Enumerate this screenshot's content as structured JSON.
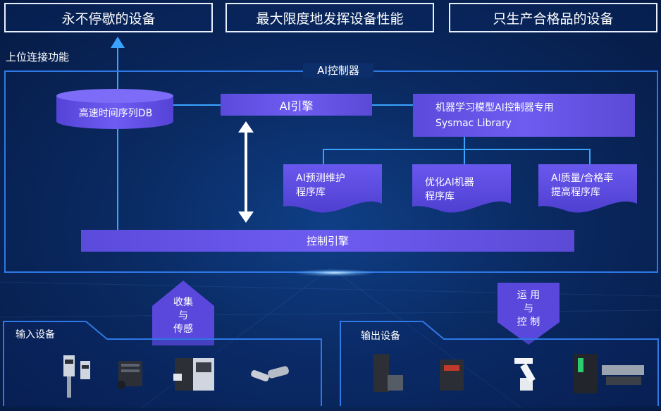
{
  "top": {
    "box1": "永不停歇的设备",
    "box2": "最大限度地发挥设备性能",
    "box3": "只生产合格品的设备"
  },
  "upper_link": "上位连接功能",
  "controller_title": "AI控制器",
  "db_label": "高速时间序列DB",
  "ai_engine": "AI引擎",
  "ml_model": {
    "line1": "机器学习模型AI控制器专用",
    "line2": "Sysmac Library"
  },
  "libraries": [
    {
      "line1": "AI预测维护",
      "line2": "程序库"
    },
    {
      "line1": "优化AI机器",
      "line2": "程序库"
    },
    {
      "line1": "AI质量/合格率",
      "line2": "提高程序库"
    }
  ],
  "control_engine": "控制引擎",
  "collect": {
    "line1": "收集",
    "line2": "与",
    "line3": "传感"
  },
  "apply": {
    "line1": "运 用",
    "line2": "与",
    "line3": "控 制"
  },
  "input_devices": "输入设备",
  "output_devices": "输出设备",
  "colors": {
    "accent": "#2e79e6",
    "bar": "#6250e6",
    "background": "#0a2a62"
  }
}
